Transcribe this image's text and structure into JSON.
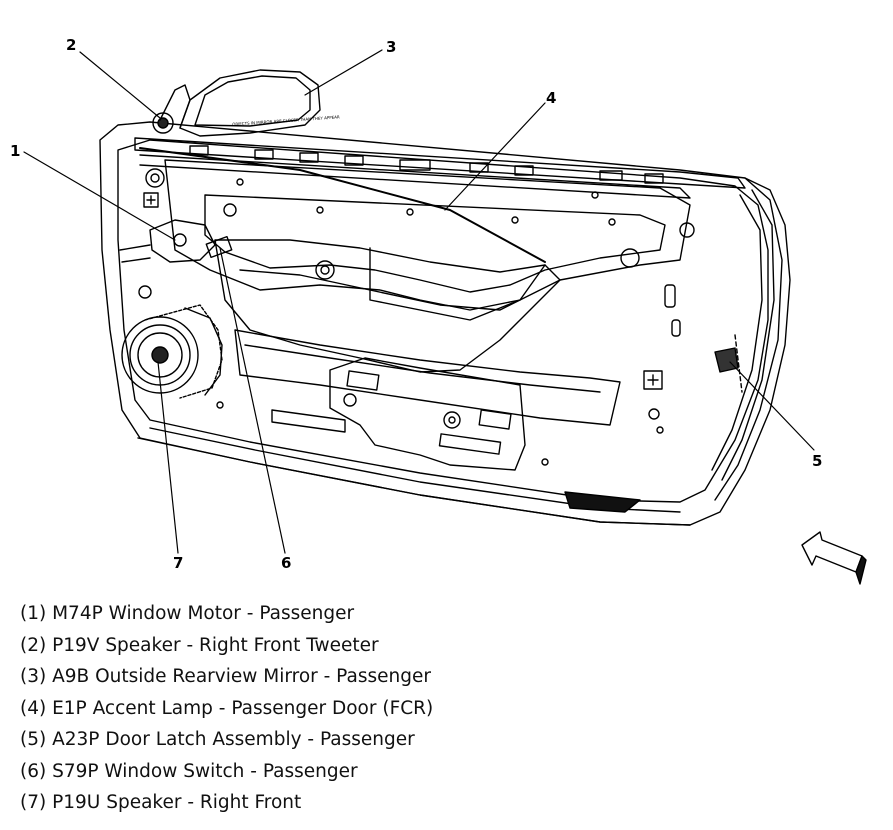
{
  "callouts": {
    "c1": "1",
    "c2": "2",
    "c3": "3",
    "c4": "4",
    "c5": "5",
    "c6": "6",
    "c7": "7"
  },
  "mirror_label": "OBJECTS IN MIRROR ARE CLOSER THAN THEY APPEAR",
  "legend": [
    "(1) M74P Window Motor - Passenger",
    "(2) P19V Speaker - Right Front Tweeter",
    "(3) A9B Outside Rearview Mirror - Passenger",
    "(4) E1P Accent Lamp - Passenger Door (FCR)",
    "(5) A23P Door Latch Assembly - Passenger",
    "(6) S79P Window Switch - Passenger",
    "(7) P19U Speaker - Right Front"
  ]
}
